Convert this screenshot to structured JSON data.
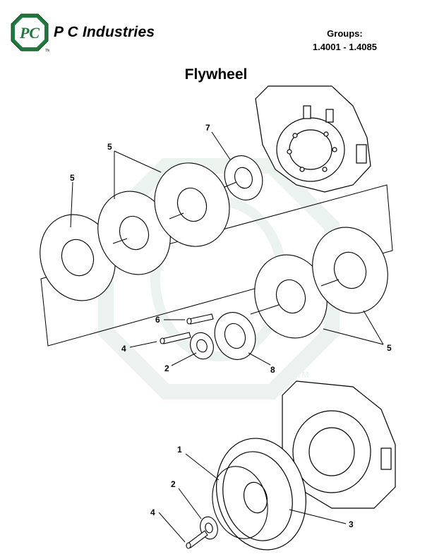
{
  "header": {
    "brand": "P C Industries",
    "logo_letters": "PC",
    "trademark": "TM",
    "groups_label": "Groups:",
    "groups_range": "1.4001 - 1.4085"
  },
  "page_title": "Flywheel",
  "callouts": {
    "disc_top_left": "5",
    "disc_group_upper": "5",
    "ring_top": "7",
    "bolt_6": "6",
    "bolt_4_upper": "4",
    "washer_2_upper": "2",
    "ring_8": "8",
    "disc_group_lower": "5",
    "part_1": "1",
    "washer_2_lower": "2",
    "bolt_4_lower": "4",
    "part_3": "3"
  },
  "watermark_tm": "TM",
  "colors": {
    "watermark": "#dbe9e2",
    "line": "#000000",
    "logo_green": "#1e7a3c"
  }
}
